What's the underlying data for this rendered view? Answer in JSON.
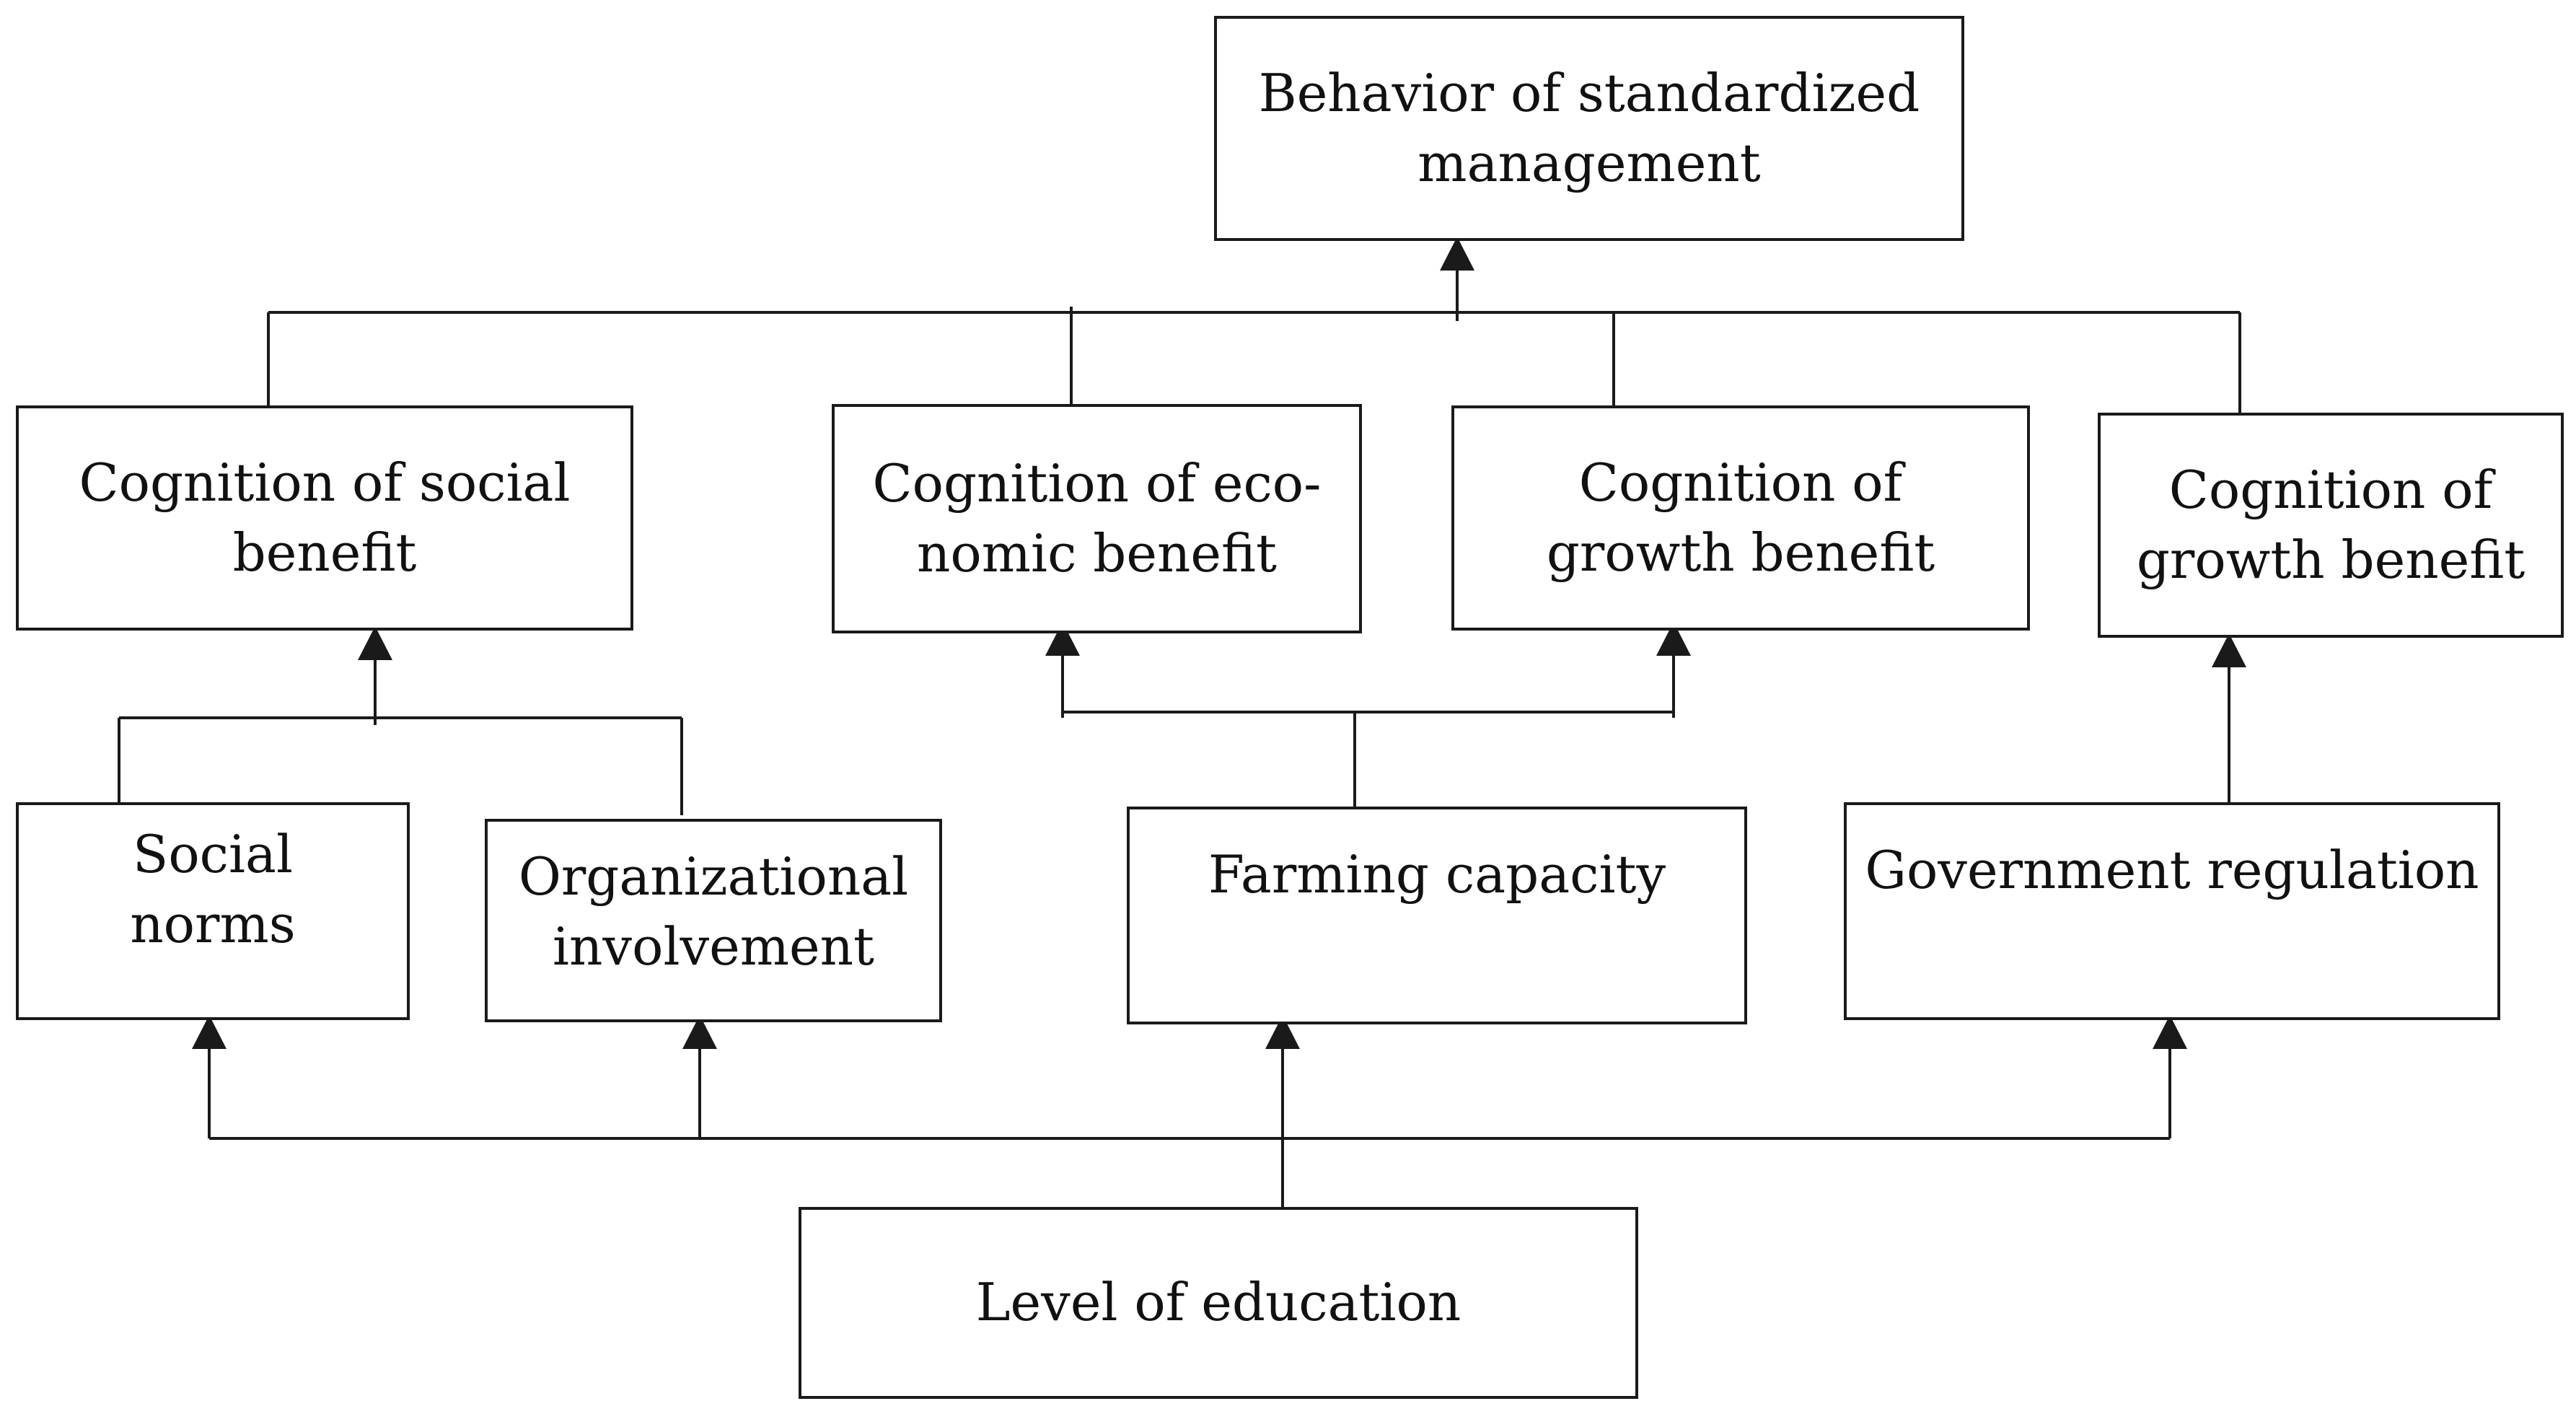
{
  "diagram": {
    "top": {
      "label": "Behavior of standardized\nmanagement"
    },
    "cognitions": [
      {
        "label": "Cognition of social\nbenefit"
      },
      {
        "label": "Cognition of eco-\nnomic benefit"
      },
      {
        "label": "Cognition of\ngrowth benefit"
      },
      {
        "label": "Cognition of\ngrowth benefit"
      }
    ],
    "factors": [
      {
        "label": "Social\nnorms"
      },
      {
        "label": "Organizational\ninvolvement"
      },
      {
        "label": "Farming capacity"
      },
      {
        "label": "Government regulation"
      }
    ],
    "bottom": {
      "label": "Level of education"
    },
    "colors": {
      "line": "#1a1a1a",
      "box_border": "#1a1a1a",
      "text": "#111111",
      "background": "#ffffff"
    }
  }
}
